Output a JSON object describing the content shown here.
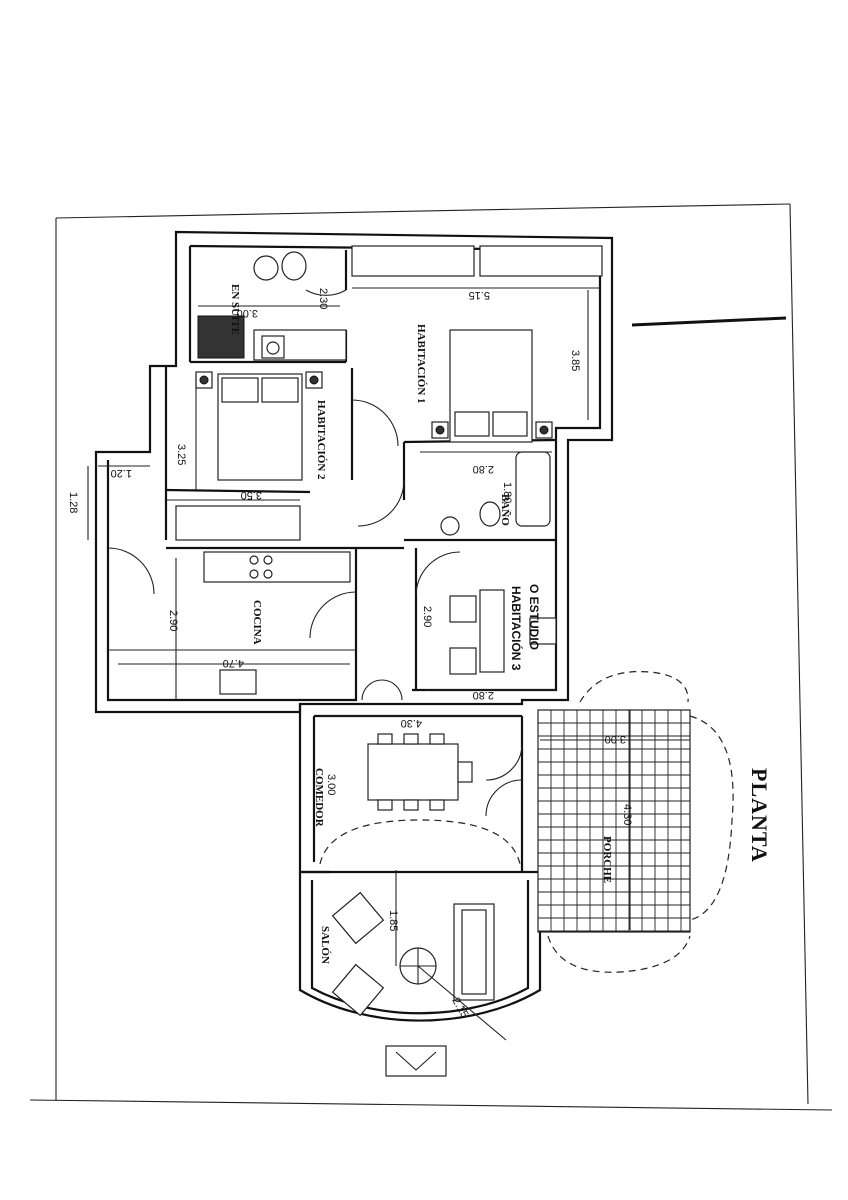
{
  "plan": {
    "title": "PLANTA",
    "rooms": {
      "en_suite": "EN SUITE",
      "habitacion1": "HABITACIÓN 1",
      "habitacion2": "HABITACIÓN 2",
      "bano": "BAÑO",
      "habitacion3_a": "HABITACIÓN 3",
      "habitacion3_b": "O ESTUDIO",
      "cocina": "COCINA",
      "comedor": "COMEDOR",
      "porche": "PORCHE",
      "salon": "SALÓN"
    },
    "dimensions": {
      "suite_w": "3.00",
      "suite_d": "2.30",
      "hab1_w": "5.15",
      "hab1_d": "3.85",
      "hab2_d": "3.25",
      "hab2_w": "3.50",
      "bano_w": "2.80",
      "bano_d": "1.80",
      "hab3_d": "2.90",
      "hab3_w": "2.80",
      "cocina_d": "2.90",
      "cocina_w": "4.70",
      "entry_w": "1.20",
      "entry_d": "1.28",
      "comedor_w": "4.30",
      "comedor_d": "3.00",
      "porche_w": "3.00",
      "porche_d": "4.30",
      "salon_r1": "1.85",
      "salon_r2": "2.15"
    }
  }
}
